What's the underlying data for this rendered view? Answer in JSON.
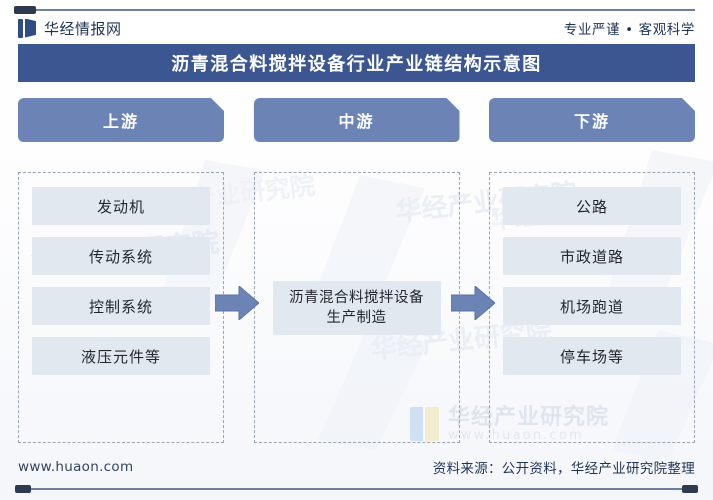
{
  "header": {
    "brand_name": "华经情报网",
    "brand_icon": "book-logo-icon",
    "tagline": "专业严谨 • 客观科学"
  },
  "title": {
    "text": "沥青混合料搅拌设备行业产业链结构示意图"
  },
  "chain": {
    "columns": [
      {
        "key": "upstream",
        "header": "上游",
        "items": [
          "发动机",
          "传动系统",
          "控制系统",
          "液压元件等"
        ]
      },
      {
        "key": "midstream",
        "header": "中游",
        "items": [
          "沥青混合料搅拌设备生产制造"
        ]
      },
      {
        "key": "downstream",
        "header": "下游",
        "items": [
          "公路",
          "市政道路",
          "机场跑道",
          "停车场等"
        ]
      }
    ],
    "arrows": [
      {
        "name": "arrow-upstream-to-midstream",
        "direction": "right"
      },
      {
        "name": "arrow-midstream-to-downstream",
        "direction": "right"
      }
    ]
  },
  "watermark": {
    "diagonal_text": "华经产业研究院",
    "logo_title": "华经产业研究院",
    "logo_url": "www.huaon.com"
  },
  "footer": {
    "url": "www.huaon.com",
    "source": "资料来源：公开资料，华经产业研究院整理"
  },
  "colors": {
    "title_bar": "#3c5692",
    "column_header": "#6c83b5",
    "item_box": "#e2e8f0",
    "arrow": "#6c83b5",
    "rule": "#6e7f9c",
    "rule_cap": "#2d3a4f"
  }
}
